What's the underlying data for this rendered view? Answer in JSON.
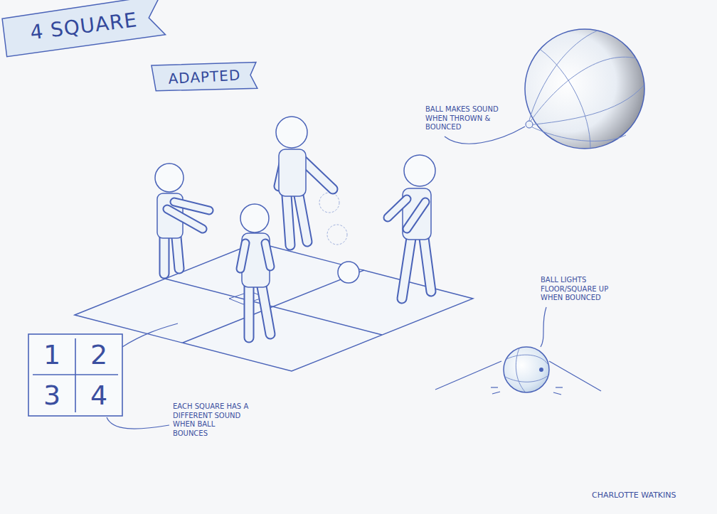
{
  "diagram": {
    "nodes": [
      {
        "text": [
          "4 SQUARE"
        ]
      },
      {
        "text": [
          "ADAPTED"
        ]
      }
    ],
    "labels": [
      "BALL MAKES SOUND WHEN THROWN & BOUNCED",
      "BALL LIGHTS FLOOR/SQUARE UP WHEN BOUNCED",
      "1",
      "2",
      "3",
      "4",
      "EACH SQUARE HAS A DIFFERENT SOUND WHEN BALL BOUNCES",
      "CHARLOTTE WATKINS"
    ]
  }
}
